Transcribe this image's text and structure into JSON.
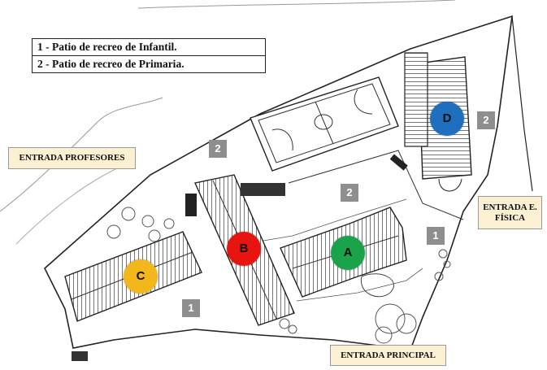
{
  "legend": {
    "items": [
      "1 - Patio de recreo de Infantil.",
      "2 - Patio de recreo de Primaria."
    ]
  },
  "entrances": {
    "profesores": "ENTRADA PROFESORES",
    "fisica": "ENTRADA E. FÍSICA",
    "principal": "ENTRADA PRINCIPAL"
  },
  "zones": {
    "infantil": "1",
    "primaria": "2"
  },
  "buildings": {
    "a": {
      "label": "A",
      "color": "#1aa34a"
    },
    "b": {
      "label": "B",
      "color": "#e8140f"
    },
    "c": {
      "label": "C",
      "color": "#f3b61b"
    },
    "d": {
      "label": "D",
      "color": "#1f6fbf"
    }
  },
  "colors": {
    "entrance_bg": "#fbf0d2",
    "zone_bg": "#8e8e8e"
  }
}
